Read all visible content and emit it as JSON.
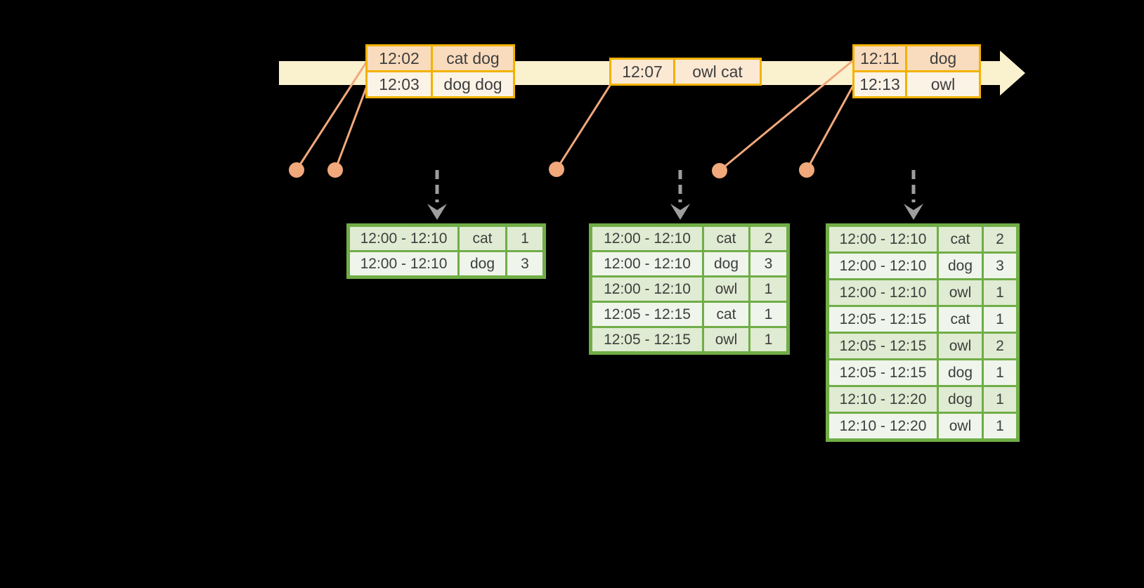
{
  "colors": {
    "background": "#000000",
    "timeline_fill": "#FAF1CF",
    "event_border": "#F2B200",
    "event_row_dark": "#F9DCBD",
    "event_row_light": "#FCF3E7",
    "event_row_mid": "#FBE9D4",
    "connector": "#F1A87B",
    "result_border": "#70AD47",
    "result_row_dark": "#DFEBD2",
    "result_row_light": "#EFF5EB",
    "trigger_arrow": "#9E9E9E",
    "text": "#3E3E3E"
  },
  "event_tables": [
    {
      "rows": [
        {
          "time": "12:02",
          "words": "cat dog"
        },
        {
          "time": "12:03",
          "words": "dog dog"
        }
      ]
    },
    {
      "rows": [
        {
          "time": "12:07",
          "words": "owl cat"
        }
      ]
    },
    {
      "rows": [
        {
          "time": "12:11",
          "words": "dog"
        },
        {
          "time": "12:13",
          "words": "owl"
        }
      ]
    }
  ],
  "result_tables": [
    {
      "rows": [
        {
          "window": "12:00 - 12:10",
          "word": "cat",
          "count": "1"
        },
        {
          "window": "12:00 - 12:10",
          "word": "dog",
          "count": "3"
        }
      ]
    },
    {
      "rows": [
        {
          "window": "12:00 - 12:10",
          "word": "cat",
          "count": "2"
        },
        {
          "window": "12:00 - 12:10",
          "word": "dog",
          "count": "3"
        },
        {
          "window": "12:00 - 12:10",
          "word": "owl",
          "count": "1"
        },
        {
          "window": "12:05 - 12:15",
          "word": "cat",
          "count": "1"
        },
        {
          "window": "12:05 - 12:15",
          "word": "owl",
          "count": "1"
        }
      ]
    },
    {
      "rows": [
        {
          "window": "12:00 - 12:10",
          "word": "cat",
          "count": "2"
        },
        {
          "window": "12:00 - 12:10",
          "word": "dog",
          "count": "3"
        },
        {
          "window": "12:00 - 12:10",
          "word": "owl",
          "count": "1"
        },
        {
          "window": "12:05 - 12:15",
          "word": "cat",
          "count": "1"
        },
        {
          "window": "12:05 - 12:15",
          "word": "owl",
          "count": "2"
        },
        {
          "window": "12:05 - 12:15",
          "word": "dog",
          "count": "1"
        },
        {
          "window": "12:10 - 12:20",
          "word": "dog",
          "count": "1"
        },
        {
          "window": "12:10 - 12:20",
          "word": "owl",
          "count": "1"
        }
      ]
    }
  ]
}
